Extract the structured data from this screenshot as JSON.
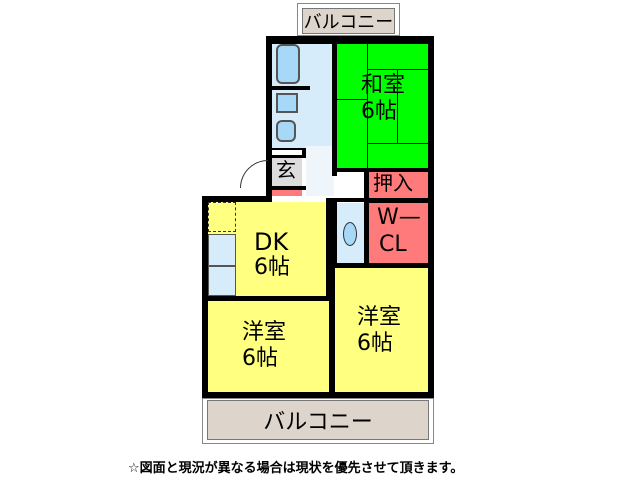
{
  "floor_plan": {
    "top_balcony": {
      "label": "バルコニー"
    },
    "bottom_balcony": {
      "label": "バルコニー"
    },
    "rooms": {
      "washitsu": {
        "label": "和室",
        "size": "6帖",
        "color": "#00ff00"
      },
      "oshiire": {
        "label": "押入",
        "color": "#ff7b7b"
      },
      "wcl": {
        "label_line1": "W—",
        "label_line2": "CL",
        "color": "#ff7b7b"
      },
      "genkan": {
        "label": "玄",
        "color": "#dcdcdc"
      },
      "dk": {
        "label": "DK",
        "size": "6帖",
        "color": "#ffff80"
      },
      "yoshitsu_left": {
        "label": "洋室",
        "size": "6帖",
        "color": "#ffff80"
      },
      "yoshitsu_right": {
        "label": "洋室",
        "size": "6帖",
        "color": "#ffff80"
      },
      "bath": {
        "color": "#d6ecfb"
      },
      "toilet": {
        "color": "#d6ecfb"
      }
    },
    "wall_color": "#000000"
  },
  "footer": {
    "note": "☆図面と現況が異なる場合は現状を優先させて頂きます。"
  }
}
